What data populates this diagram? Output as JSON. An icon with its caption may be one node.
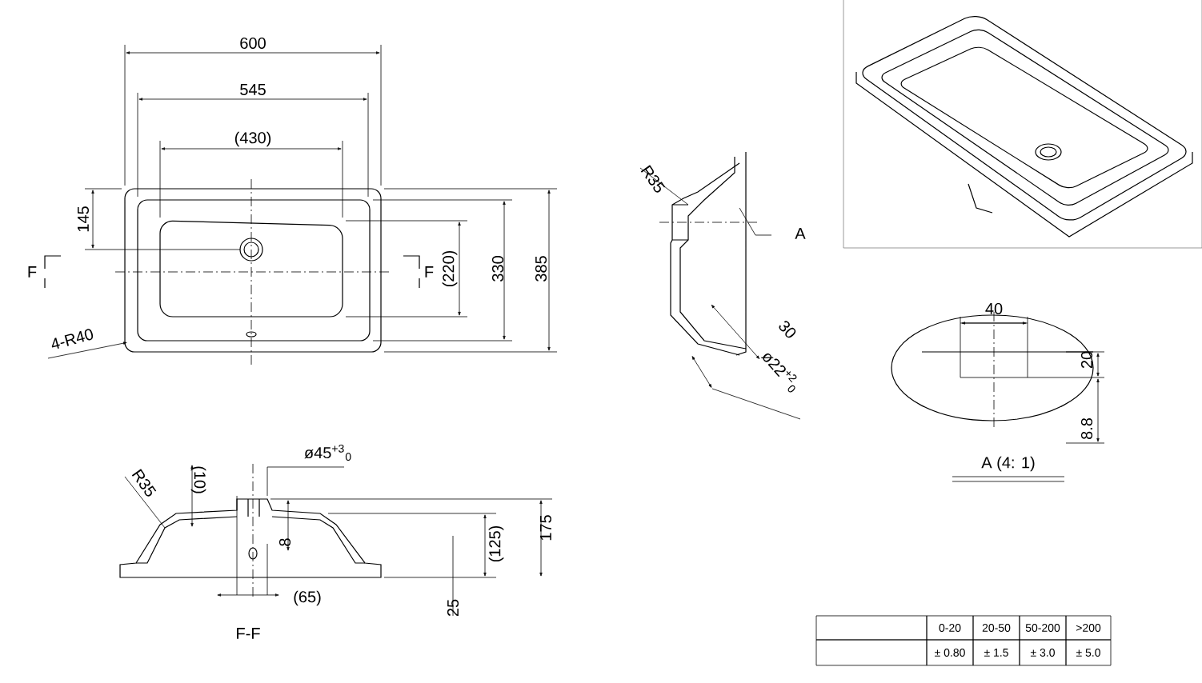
{
  "diagram": {
    "labels": [
      "600",
      "545",
      "(430)",
      "145",
      "F",
      "F",
      "(220)",
      "330",
      "385",
      "4-R40",
      "R35",
      "A",
      "30",
      "ø22$^{+2}$$_{0}$",
      "40",
      "20",
      "8.8",
      "A (4: 1)",
      "R35",
      "(10)",
      "ø45$^{+3}$$_{0}$",
      "8",
      "(65)",
      "(125)",
      "175",
      "25",
      "F-F",
      "0-20",
      "20-50",
      "50-200",
      ">200",
      "± 0.80",
      "± 1.5",
      "± 3.0",
      "± 5.0"
    ]
  }
}
